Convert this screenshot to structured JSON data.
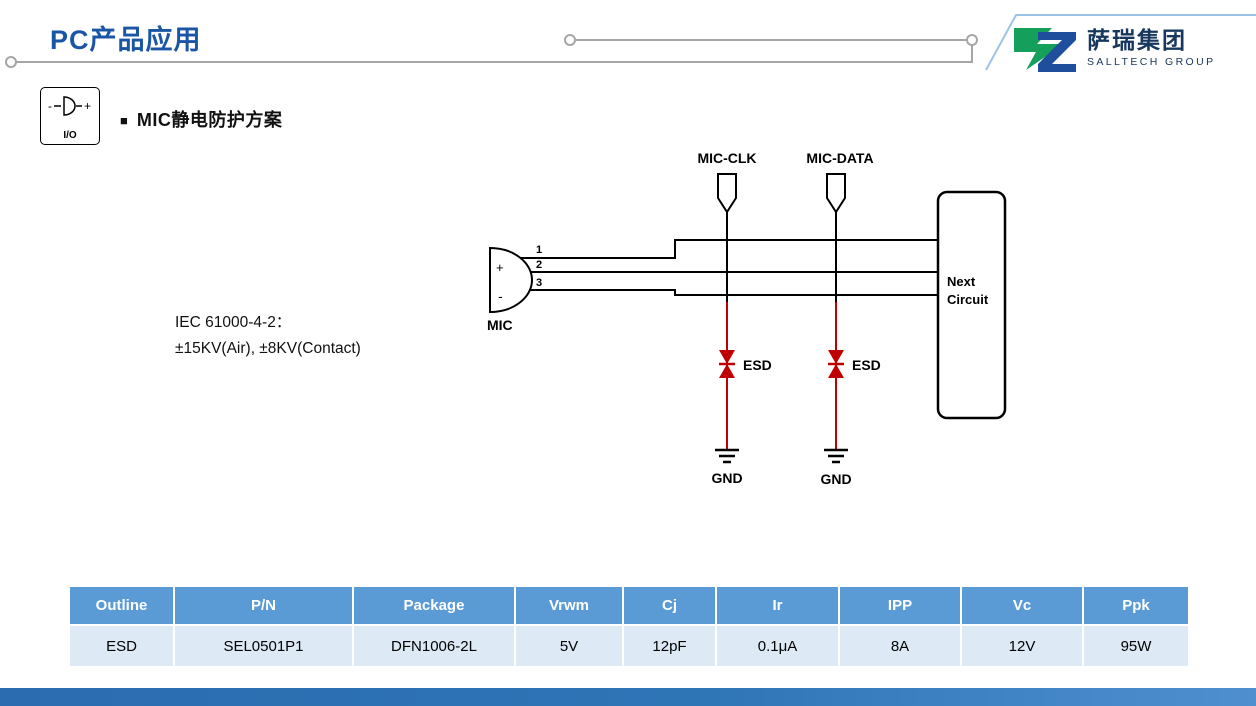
{
  "header": {
    "title": "PC产品应用",
    "logo_cn": "萨瑞集团",
    "logo_en": "SALLTECH GROUP"
  },
  "io_badge": {
    "label": "I/O",
    "minus": "-",
    "plus": "+"
  },
  "section": {
    "bullet": "■",
    "title": "MIC静电防护方案"
  },
  "diagram": {
    "mic_clk": "MIC-CLK",
    "mic_data": "MIC-DATA",
    "mic": "MIC",
    "plus": "+",
    "minus": "-",
    "pin1": "1",
    "pin2": "2",
    "pin3": "3",
    "esd1": "ESD",
    "esd2": "ESD",
    "gnd1": "GND",
    "gnd2": "GND",
    "next_line1": "Next",
    "next_line2": "Circuit",
    "iec_line1": "IEC 61000-4-2：",
    "iec_line2": "±15KV(Air), ±8KV(Contact)"
  },
  "table": {
    "headers": [
      "Outline",
      "P/N",
      "Package",
      "Vrwm",
      "Cj",
      "Ir",
      "IPP",
      "Vc",
      "Ppk"
    ],
    "rows": [
      [
        "ESD",
        "SEL0501P1",
        "DFN1006-2L",
        "5V",
        "12pF",
        "0.1μA",
        "8A",
        "12V",
        "95W"
      ]
    ]
  },
  "colors": {
    "title_blue": "#1A56A5",
    "table_header_bg": "#5B9BD5",
    "table_row_bg": "#DDEAF6",
    "esd_red": "#C00000",
    "footer_blue": "#2E75B6",
    "logo_navy": "#17375E",
    "logo_green": "#14A05B",
    "deco_gray": "#A6A6A6",
    "deco_lightblue": "#9DC3E6"
  }
}
